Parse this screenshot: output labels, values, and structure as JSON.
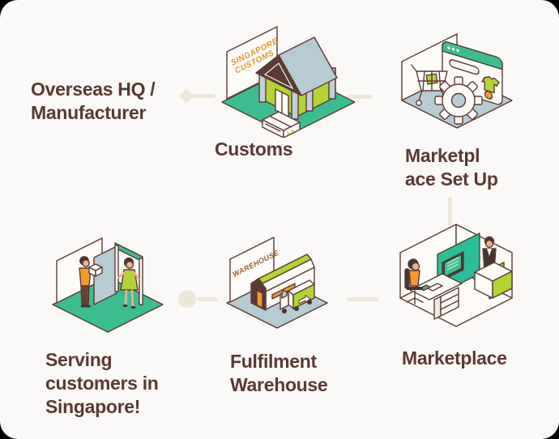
{
  "colors": {
    "background": "#FAF9F7",
    "text": "#5A3933",
    "connector": "#EDE7D8",
    "green": "#3CBD90",
    "lime": "#B5D334",
    "bluegray": "#B7CBD3",
    "orange": "#F39A2B",
    "outline": "#5B3A34"
  },
  "flow": {
    "overseas": {
      "line1": "Overseas HQ /",
      "line2": "Manufacturer"
    },
    "customs": {
      "label": "Customs",
      "sign_line1": "SINGAPORE",
      "sign_line2": "CUSTOMS"
    },
    "marketplace_setup": {
      "line1": "Marketpl",
      "line2": "ace Set Up"
    },
    "marketplace": {
      "label": "Marketplace"
    },
    "fulfilment_warehouse": {
      "line1": "Fulfilment",
      "line2": "Warehouse",
      "sign": "WAREHOUSE"
    },
    "serving_customers": {
      "line1": "Serving",
      "line2": "customers in",
      "line3": "Singapore!"
    }
  }
}
